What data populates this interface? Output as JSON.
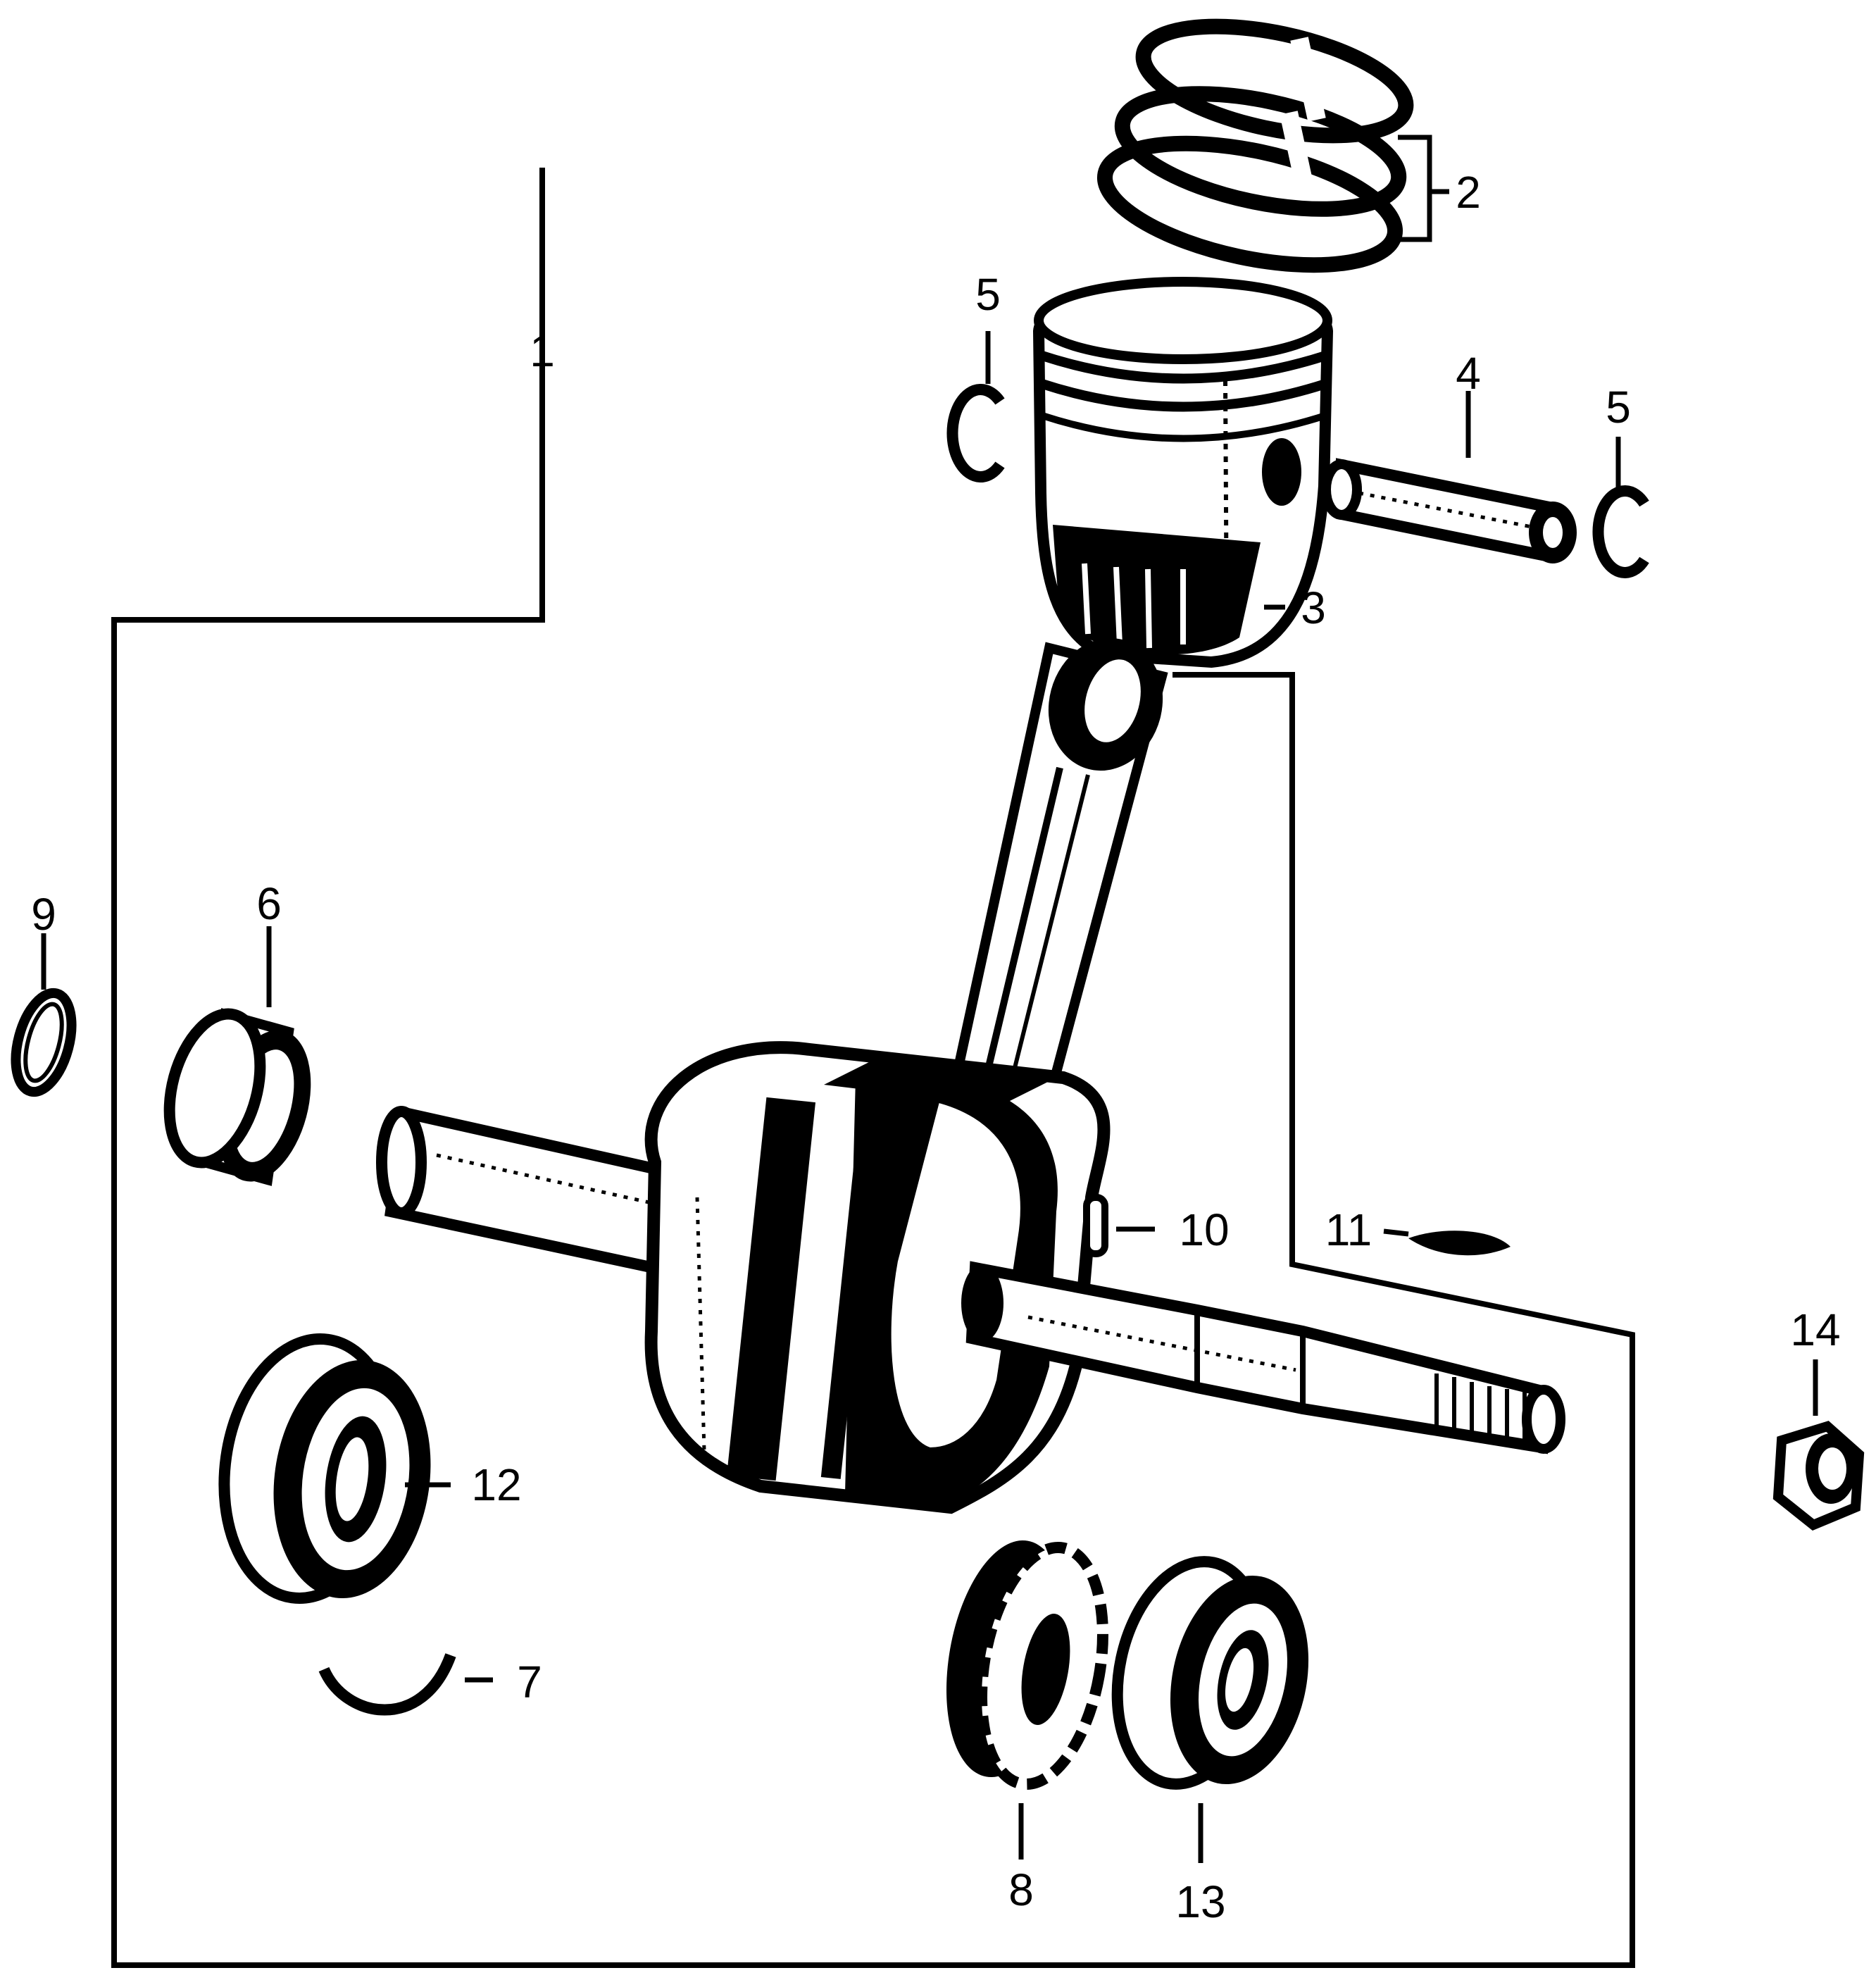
{
  "diagram": {
    "callouts": [
      "1",
      "2",
      "3",
      "4",
      "5",
      "5",
      "6",
      "7",
      "8",
      "9",
      "10",
      "11",
      "12",
      "13",
      "14"
    ]
  },
  "colors": {
    "ink": "#000000",
    "paper": "#ffffff"
  }
}
